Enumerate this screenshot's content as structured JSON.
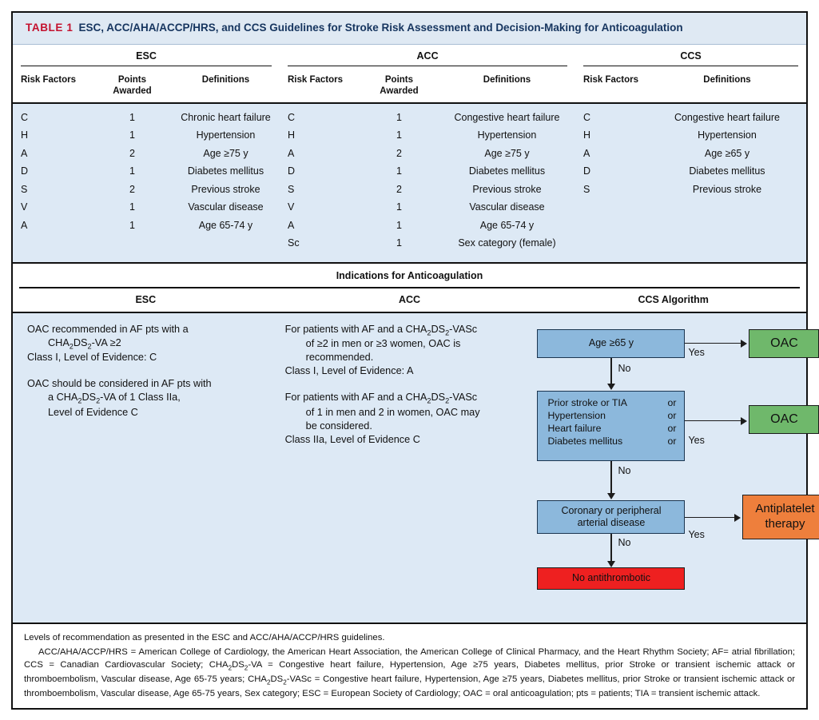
{
  "title": {
    "label": "TABLE 1",
    "text": "ESC, ACC/AHA/ACCP/HRS, and CCS Guidelines for Stroke Risk Assessment and Decision-Making for Anticoagulation",
    "label_color": "#c4122f",
    "text_color": "#16355f",
    "band_color": "#dfe9f3"
  },
  "risk_table": {
    "groups": [
      {
        "name": "ESC",
        "columns": [
          "Risk Factors",
          "Points Awarded",
          "Definitions"
        ]
      },
      {
        "name": "ACC",
        "columns": [
          "Risk Factors",
          "Points Awarded",
          "Definitions"
        ]
      },
      {
        "name": "CCS",
        "columns": [
          "Risk Factors",
          "Definitions"
        ]
      }
    ],
    "col_headers": {
      "risk_factors": "Risk Factors",
      "points_awarded_line1": "Points",
      "points_awarded_line2": "Awarded",
      "definitions": "Definitions"
    },
    "esc_rows": [
      {
        "factor": "C",
        "points": "1",
        "definition": "Chronic heart failure"
      },
      {
        "factor": "H",
        "points": "1",
        "definition": "Hypertension"
      },
      {
        "factor": "A",
        "points": "2",
        "definition": "Age ≥75 y"
      },
      {
        "factor": "D",
        "points": "1",
        "definition": "Diabetes mellitus"
      },
      {
        "factor": "S",
        "points": "2",
        "definition": "Previous stroke"
      },
      {
        "factor": "V",
        "points": "1",
        "definition": "Vascular disease"
      },
      {
        "factor": "A",
        "points": "1",
        "definition": "Age 65-74 y"
      },
      {
        "factor": "",
        "points": "",
        "definition": ""
      }
    ],
    "acc_rows": [
      {
        "factor": "C",
        "points": "1",
        "definition": "Congestive heart failure"
      },
      {
        "factor": "H",
        "points": "1",
        "definition": "Hypertension"
      },
      {
        "factor": "A",
        "points": "2",
        "definition": "Age ≥75 y"
      },
      {
        "factor": "D",
        "points": "1",
        "definition": "Diabetes mellitus"
      },
      {
        "factor": "S",
        "points": "2",
        "definition": "Previous stroke"
      },
      {
        "factor": "V",
        "points": "1",
        "definition": "Vascular disease"
      },
      {
        "factor": "A",
        "points": "1",
        "definition": "Age 65-74 y"
      },
      {
        "factor": "Sc",
        "points": "1",
        "definition": "Sex category (female)"
      }
    ],
    "ccs_rows": [
      {
        "factor": "C",
        "definition": "Congestive heart failure"
      },
      {
        "factor": "H",
        "definition": "Hypertension"
      },
      {
        "factor": "A",
        "definition": "Age ≥65 y"
      },
      {
        "factor": "D",
        "definition": "Diabetes mellitus"
      },
      {
        "factor": "S",
        "definition": "Previous stroke"
      },
      {
        "factor": "",
        "definition": ""
      },
      {
        "factor": "",
        "definition": ""
      },
      {
        "factor": "",
        "definition": ""
      }
    ],
    "row_bg_color": "#dde9f5"
  },
  "indications": {
    "section_title": "Indications for Anticoagulation",
    "subheads": {
      "esc": "ESC",
      "acc": "ACC",
      "ccs": "CCS Algorithm"
    },
    "esc": {
      "p1_l1": "OAC recommended in AF pts with a",
      "p1_l2_pre": "CHA",
      "p1_l2_sub1": "2",
      "p1_l2_mid": "DS",
      "p1_l2_sub2": "2",
      "p1_l2_post": "-VA ≥2",
      "p1_l3": "Class I, Level of Evidence: C",
      "p2_l1": "OAC should be considered in AF pts with",
      "p2_l2_pre": "a CHA",
      "p2_l2_sub1": "2",
      "p2_l2_mid": "DS",
      "p2_l2_sub2": "2",
      "p2_l2_post": "-VA of 1 Class IIa,",
      "p2_l3": "Level of Evidence C"
    },
    "acc": {
      "p1_l1_pre": "For patients with AF and a CHA",
      "p1_l1_sub1": "2",
      "p1_l1_mid": "DS",
      "p1_l1_sub2": "2",
      "p1_l1_post": "-VASc",
      "p1_l2": "of ≥2 in men or ≥3 women, OAC is",
      "p1_l3": "recommended.",
      "p1_l4": "Class I, Level of Evidence: A",
      "p2_l1_pre": "For patients with AF and a CHA",
      "p2_l1_sub1": "2",
      "p2_l1_mid": "DS",
      "p2_l1_sub2": "2",
      "p2_l1_post": "-VASc",
      "p2_l2": "of 1 in men and 2 in women, OAC may",
      "p2_l3": "be considered.",
      "p2_l4": "Class IIa, Level of Evidence C"
    }
  },
  "flowchart": {
    "type": "decision-tree",
    "colors": {
      "decision": "#8cb8dc",
      "decision_border": "#1b3550",
      "oac": "#6fb86b",
      "antiplatelet": "#ee7f3c",
      "none": "#ee2020",
      "line": "#1c1c1c"
    },
    "node_age": "Age ≥65 y",
    "node_oac_1": "OAC",
    "node_oac_2": "OAC",
    "node_risk_lines": [
      {
        "text": "Prior stroke or TIA",
        "suffix": "or"
      },
      {
        "text": "Hypertension",
        "suffix": "or"
      },
      {
        "text": "Heart failure",
        "suffix": "or"
      },
      {
        "text": "Diabetes mellitus",
        "suffix": "or"
      }
    ],
    "node_cad_l1": "Coronary or peripheral",
    "node_cad_l2": "arterial disease",
    "node_antiplatelet_l1": "Antiplatelet",
    "node_antiplatelet_l2": "therapy",
    "node_none": "No antithrombotic",
    "labels": {
      "yes1": "Yes",
      "no1": "No",
      "yes2": "Yes",
      "no2": "No",
      "yes3": "Yes",
      "no3": "No"
    }
  },
  "footnote": {
    "line1": "Levels of recommendation as presented in the ESC and ACC/AHA/ACCP/HRS guidelines.",
    "body_a": "ACC/AHA/ACCP/HRS = American College of Cardiology, the American Heart Association, the American College of Clinical Pharmacy, and the Heart Rhythm Society; AF= atrial fibrillation; CCS = Canadian Cardiovascular Society; CHA",
    "body_sub1": "2",
    "body_b": "DS",
    "body_sub2": "2",
    "body_c": "-VA = Congestive heart failure, Hypertension, Age ≥75 years, Diabetes mellitus, prior Stroke or transient ischemic attack or thromboembolism, Vascular disease, Age 65-75 years; CHA",
    "body_sub3": "2",
    "body_d": "DS",
    "body_sub4": "2",
    "body_e": "-VASc = Congestive heart failure, Hypertension, Age ≥75 years, Diabetes mellitus, prior Stroke or transient ischemic attack or thromboembolism, Vascular disease, Age 65-75 years, Sex category; ESC = European Society of Cardiology; OAC = oral anticoagulation; pts = patients; TIA = transient ischemic attack."
  }
}
